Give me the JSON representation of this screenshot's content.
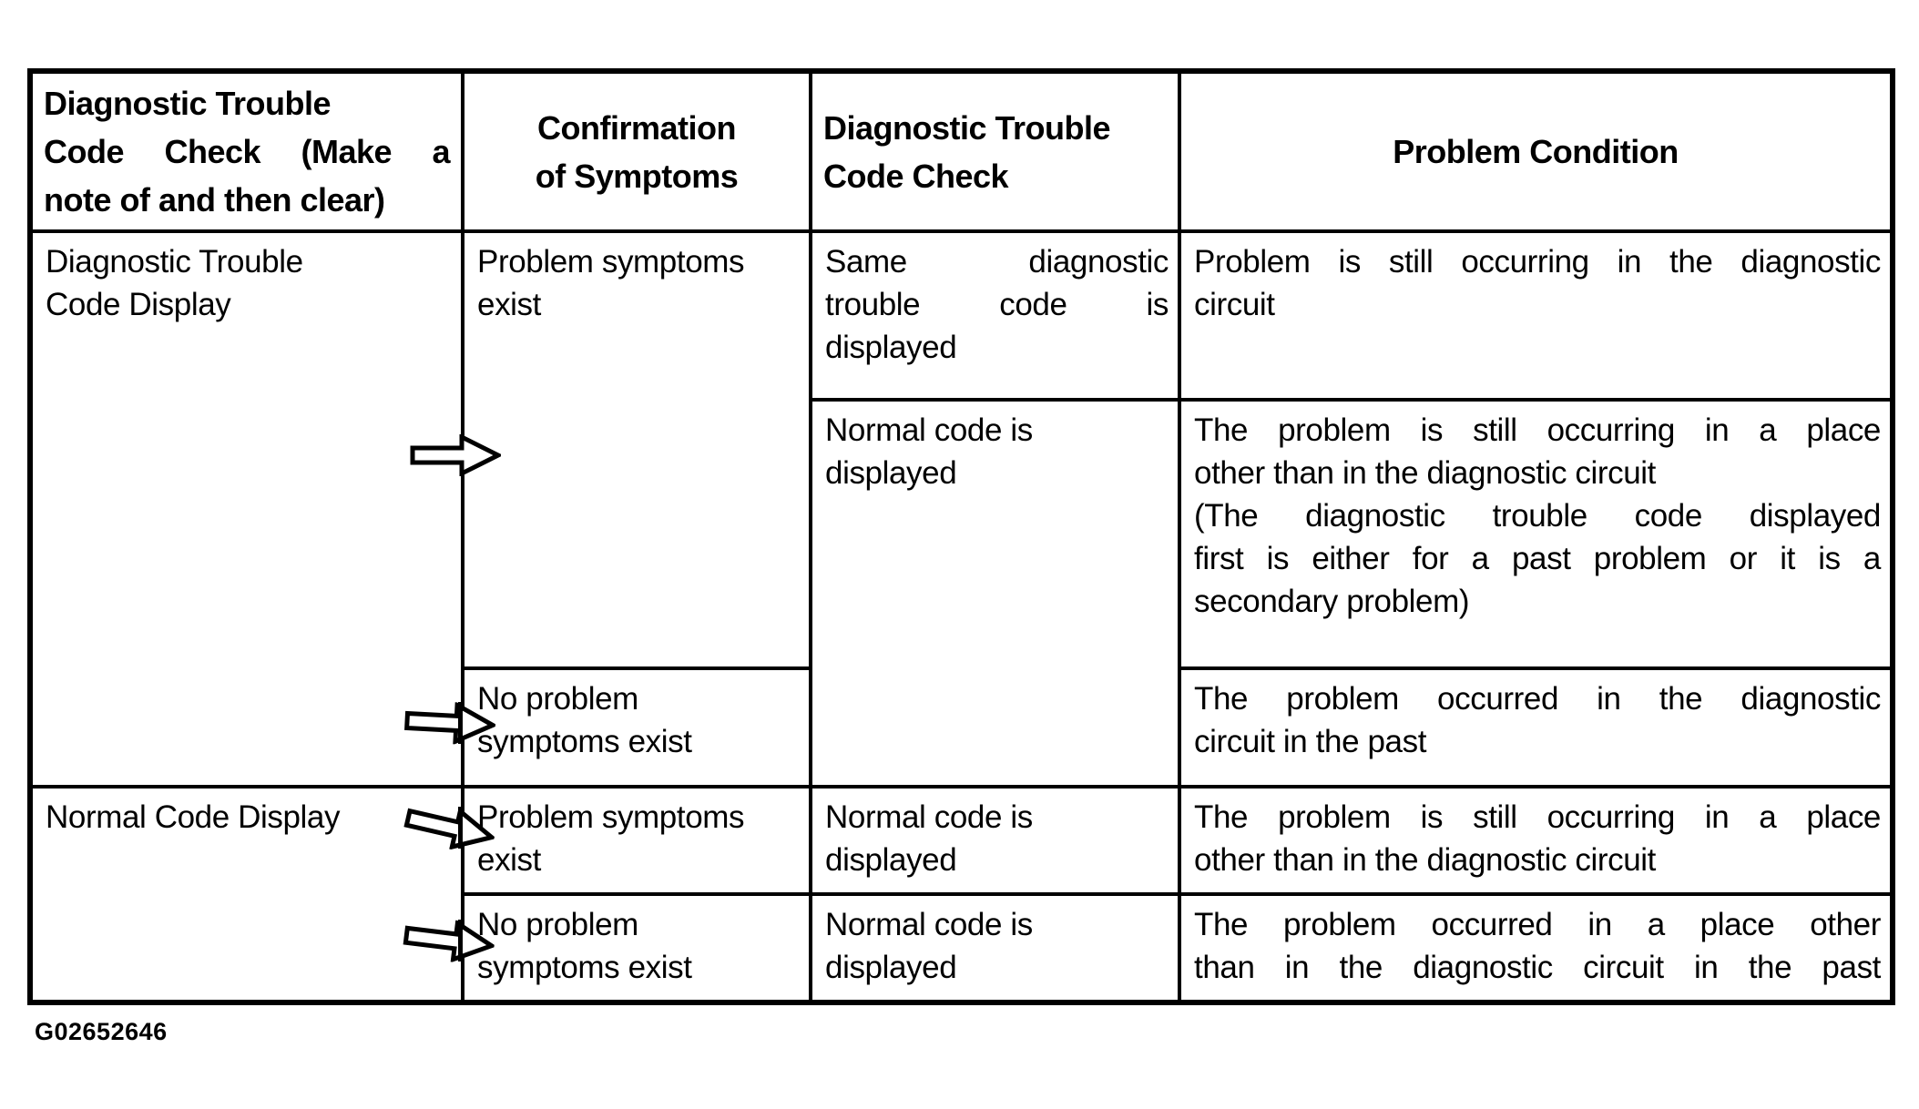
{
  "figure_id": "G02652646",
  "table": {
    "header": {
      "c1": [
        "Diagnostic Trouble",
        "Code Check (Make a",
        "note of and then clear)"
      ],
      "c2": [
        "Confirmation",
        "of Symptoms"
      ],
      "c3": [
        "Diagnostic Trouble",
        "Code Check"
      ],
      "c4": [
        "Problem Condition"
      ]
    },
    "body": {
      "r1c1": [
        "Diagnostic Trouble",
        "Code Display"
      ],
      "r1c2": [
        "Problem symptoms",
        "exist"
      ],
      "r1c3": [
        "Same diagnostic",
        "trouble code is",
        "displayed"
      ],
      "r1c4": [
        "Problem is still occurring in the diagnostic",
        "circuit"
      ],
      "r2c3": [
        "Normal code is",
        "displayed"
      ],
      "r2c4": [
        "The problem is still occurring in a place",
        "other than in the diagnostic circuit",
        "(The diagnostic trouble code displayed",
        "first is either for a past problem or it is a",
        "secondary problem)"
      ],
      "r3c2": [
        "No problem",
        "symptoms exist"
      ],
      "r3c4": [
        "The problem occurred in the diagnostic",
        "circuit in the past"
      ],
      "r4c1": [
        "Normal Code Display"
      ],
      "r4c2": [
        "Problem symptoms",
        "exist"
      ],
      "r4c3": [
        "Normal code is",
        "displayed"
      ],
      "r4c4": [
        "The problem is still occurring in a place",
        "other than in the diagnostic circuit"
      ],
      "r5c2": [
        "No problem",
        "symptoms exist"
      ],
      "r5c3": [
        "Normal code is",
        "displayed"
      ],
      "r5c4": [
        "The problem occurred in a place other",
        "than in the diagnostic circuit in the past"
      ]
    }
  }
}
